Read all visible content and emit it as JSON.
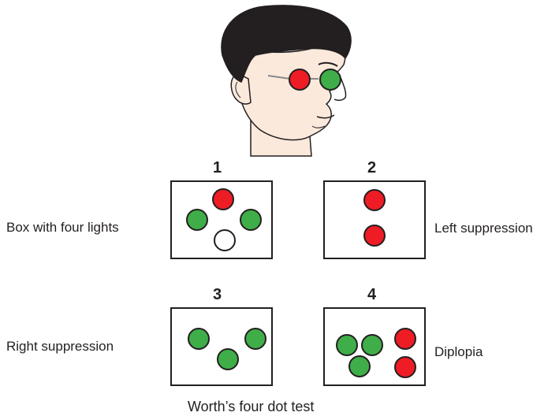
{
  "colors": {
    "red": "#ee1c25",
    "green": "#3fae49",
    "white": "#ffffff",
    "outline": "#231f20",
    "hair": "#231f20",
    "skin": "#fbe9dc"
  },
  "illustration": {
    "icon": "person-wearing-red-green-glasses-icon",
    "glasses": {
      "left_lens": "red",
      "right_lens": "green"
    }
  },
  "panels": [
    {
      "number": "1",
      "label": "Box with four lights",
      "dots": [
        "red",
        "green",
        "green",
        "white"
      ]
    },
    {
      "number": "2",
      "label": "Left suppression",
      "dots": [
        "red",
        "red"
      ]
    },
    {
      "number": "3",
      "label": "Right suppression",
      "dots": [
        "green",
        "green",
        "green"
      ]
    },
    {
      "number": "4",
      "label": "Diplopia",
      "dots": [
        "green",
        "green",
        "green",
        "red",
        "red"
      ]
    }
  ],
  "caption": "Worth’s four dot test"
}
